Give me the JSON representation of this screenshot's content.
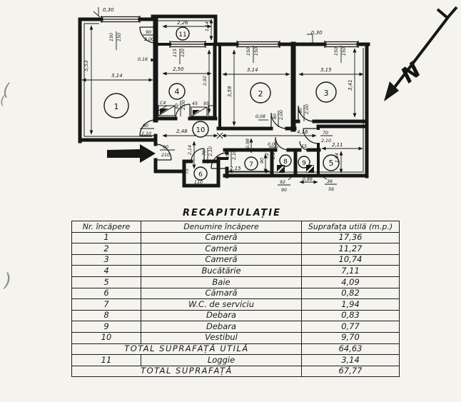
{
  "plan": {
    "north_label": "N",
    "rooms": {
      "r1": "1",
      "r2": "2",
      "r3": "3",
      "r4": "4",
      "r5": "5",
      "r6": "6",
      "r7": "7",
      "r8": "8",
      "r9": "9",
      "r10": "10",
      "r11": "11"
    },
    "dims": {
      "offset_top": "0,30",
      "room1_height": "5,53",
      "room1_width": "3,14",
      "wall_offset_016": "0,16",
      "loggia_width": "2,26",
      "loggia_height": "1,14",
      "room4_width": "2,50",
      "room4_height": "2,92",
      "room2_width": "3,14",
      "room2_height": "3,59",
      "offset_top_right": "0,30",
      "room3_width": "3,15",
      "room3_height": "3,41",
      "hall_left": "2,48",
      "hall_right": "4,16",
      "hall_depth": "2,14",
      "room5_width": "2,11",
      "room5_height": "1,94",
      "room6_width": "75",
      "room6_length": "110",
      "room7_width": "2,15",
      "room7_depth": "90",
      "dim_098": "0,98",
      "dim_008a": "0,08",
      "dim_008b": "0,08",
      "dim_086": "0,86",
      "dim_92n": "92",
      "dim_92d": "90",
      "dim_36n": "36",
      "dim_56d": "56"
    },
    "windows": {
      "w1a": "150",
      "w1b": "150",
      "w4a": "115",
      "w4b": "120",
      "w2a": "150",
      "w2b": "150",
      "w3a": "150",
      "w3b": "150"
    },
    "doors": {
      "loggia_n": "90",
      "loggia_d": "2,00",
      "room1_n": "90",
      "room1_d": "2,10",
      "entry_n": "90",
      "entry_d": "210",
      "room4_n": "80",
      "room4_d": "2,00",
      "room2_n": "80",
      "room2_d": "2,00",
      "room3_n": "80",
      "room3_d": "2,00",
      "room5_n": "70",
      "room5_d": "2,10",
      "room6_n": "70",
      "room6_d": "2,10",
      "room7_n": "85",
      "room7_d": "2,10",
      "room8_n": "72",
      "room8_d": "2,10",
      "room9": "55"
    },
    "fixtures": {
      "c4": "C4",
      "f45": "45",
      "f95": "95"
    }
  },
  "artifacts": {
    "paren_left": "(",
    "paren_left2": "(",
    "paren_right": ")"
  },
  "table": {
    "title": "RECAPITULAȚIE",
    "headers": [
      "Nr. încăpere",
      "Denumire  încăpere",
      "Suprafața utilă (m.p.)"
    ],
    "rows": [
      {
        "nr": "1",
        "name": "Cameră",
        "area": "17,36"
      },
      {
        "nr": "2",
        "name": "Cameră",
        "area": "11,27"
      },
      {
        "nr": "3",
        "name": "Cameră",
        "area": "10,74"
      },
      {
        "nr": "4",
        "name": "Bucătărie",
        "area": "7,11"
      },
      {
        "nr": "5",
        "name": "Baie",
        "area": "4,09"
      },
      {
        "nr": "6",
        "name": "Cămară",
        "area": "0,82"
      },
      {
        "nr": "7",
        "name": "W.C. de serviciu",
        "area": "1,94"
      },
      {
        "nr": "8",
        "name": "Debara",
        "area": "0,83"
      },
      {
        "nr": "9",
        "name": "Debara",
        "area": "0,77"
      },
      {
        "nr": "10",
        "name": "Vestibul",
        "area": "9,70"
      }
    ],
    "total_utila": {
      "label": "TOTAL SUPRAFAȚĂ UTILĂ",
      "value": "64,63"
    },
    "loggia_row": {
      "nr": "11",
      "name": "Loggie",
      "area": "3,14"
    },
    "total": {
      "label": "TOTAL SUPRAFAȚĂ",
      "value": "67,77"
    }
  }
}
